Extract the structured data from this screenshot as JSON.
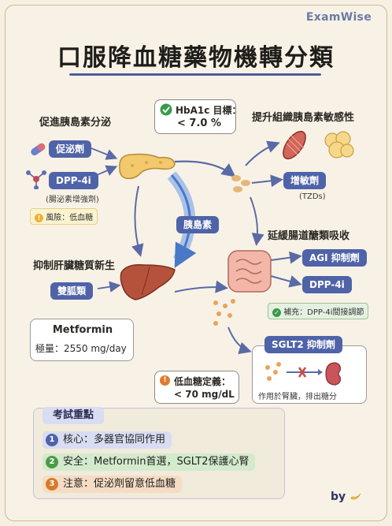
{
  "brand": "ExamWise",
  "title": "口服降血糖藥物機轉分類",
  "target": {
    "line1": "HbA1c 目標：",
    "line2": "< 7.0 %"
  },
  "left_top": {
    "heading": "促進胰島素分泌",
    "drug1": "促泌劑",
    "drug2": "DPP-4i",
    "drug2_note": "(腸泌素增強劑)",
    "risk": "風險：低血糖"
  },
  "right_top": {
    "heading": "提升組織胰島素敏感性",
    "drug": "增敏劑",
    "drug_note": "(TZDs)"
  },
  "center": {
    "insulin": "胰島素"
  },
  "left_mid": {
    "heading": "抑制肝臟糖質新生",
    "drug": "雙胍類",
    "callout_title": "Metformin",
    "callout_dose": "極量：2550 mg/day"
  },
  "right_mid": {
    "heading": "延緩腸道醣類吸收",
    "drug1": "AGI 抑制劑",
    "drug2": "DPP-4i",
    "supplement": "補充：DPP-4i間接調節"
  },
  "hypo": {
    "line1": "低血糖定義：",
    "line2": "< 70 mg/dL"
  },
  "sglt2": {
    "label": "SGLT2 抑制劑",
    "caption": "作用於腎臟，排出糖分"
  },
  "exam": {
    "title": "考試重點",
    "items": [
      {
        "num": "1",
        "text": "核心：多器官協同作用",
        "color": "#d8ddf2",
        "num_color": "#4f63a8"
      },
      {
        "num": "2",
        "text": "安全：Metformin首選，SGLT2保護心腎",
        "color": "#d4eacd",
        "num_color": "#4f9a48"
      },
      {
        "num": "3",
        "text": "注意：促泌劑留意低血糖",
        "color": "#f6dcc4",
        "num_color": "#d77a2a"
      }
    ]
  },
  "signature": "by"
}
